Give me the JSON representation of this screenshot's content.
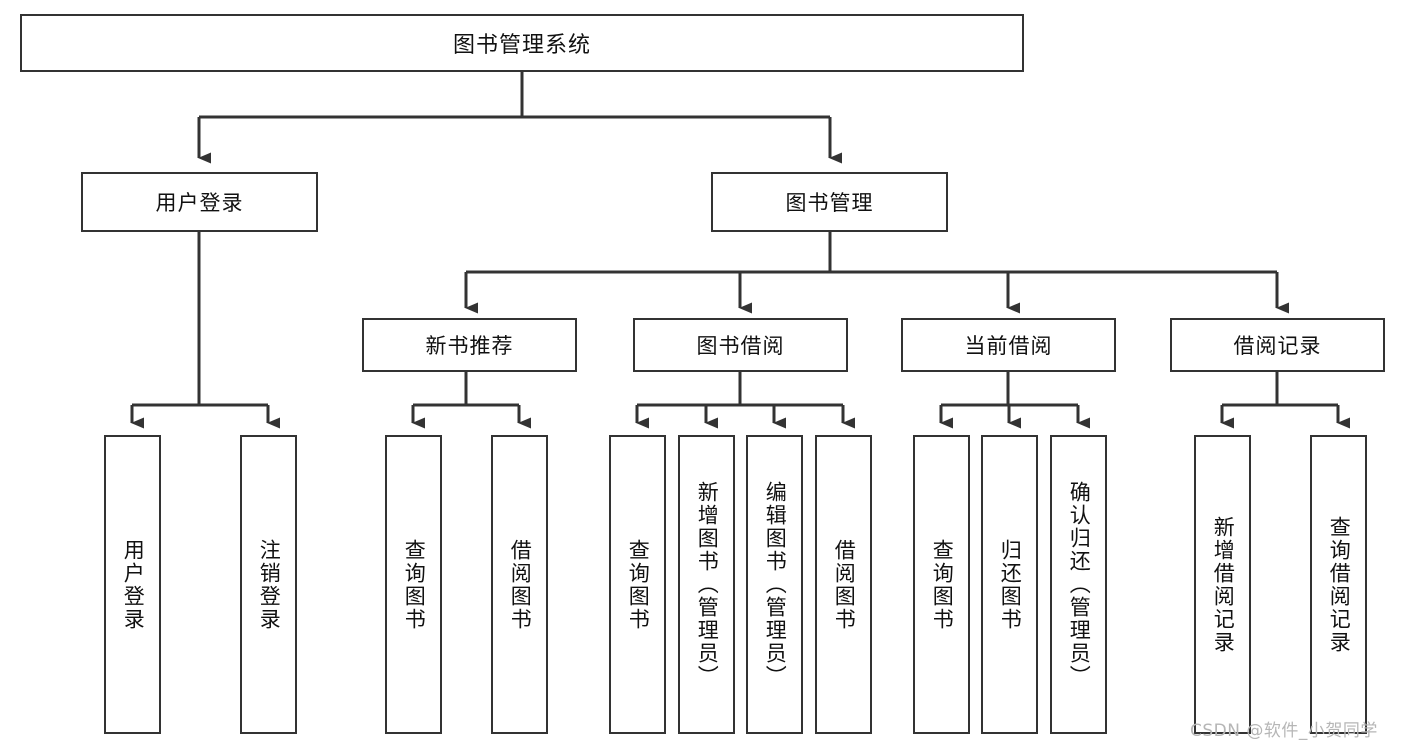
{
  "diagram": {
    "title": "图书管理系统",
    "type": "tree-hierarchy-chart",
    "watermark": "CSDN @软件_小贺同学",
    "colors": {
      "box_border": "#333333",
      "box_fill": "#ffffff",
      "connector": "#333333",
      "text": "#111111",
      "watermark": "#b6b6b6",
      "background": "#ffffff"
    },
    "root": {
      "label": "图书管理系统"
    },
    "level2": [
      {
        "id": "user-login",
        "label": "用户登录"
      },
      {
        "id": "book-management",
        "label": "图书管理"
      }
    ],
    "level3": [
      {
        "id": "new-book-recommend",
        "label": "新书推荐",
        "parent": "book-management"
      },
      {
        "id": "book-borrow",
        "label": "图书借阅",
        "parent": "book-management"
      },
      {
        "id": "current-borrow",
        "label": "当前借阅",
        "parent": "book-management"
      },
      {
        "id": "borrow-record",
        "label": "借阅记录",
        "parent": "book-management"
      }
    ],
    "leaves": {
      "user-login": [
        {
          "id": "leaf-user-login",
          "label": "用户登录"
        },
        {
          "id": "leaf-user-logout",
          "label": "注销登录"
        }
      ],
      "new-book-recommend": [
        {
          "id": "leaf-query-book-1",
          "label": "查询图书"
        },
        {
          "id": "leaf-borrow-book-1",
          "label": "借阅图书"
        }
      ],
      "book-borrow": [
        {
          "id": "leaf-query-book-2",
          "label": "查询图书"
        },
        {
          "id": "leaf-add-book",
          "label": "新增图书（管理员）"
        },
        {
          "id": "leaf-edit-book",
          "label": "编辑图书（管理员）"
        },
        {
          "id": "leaf-borrow-book-2",
          "label": "借阅图书"
        }
      ],
      "current-borrow": [
        {
          "id": "leaf-query-book-3",
          "label": "查询图书"
        },
        {
          "id": "leaf-return-book",
          "label": "归还图书"
        },
        {
          "id": "leaf-confirm-return",
          "label": "确认归还（管理员）"
        }
      ],
      "borrow-record": [
        {
          "id": "leaf-add-record",
          "label": "新增借阅记录"
        },
        {
          "id": "leaf-query-record",
          "label": "查询借阅记录"
        }
      ]
    }
  }
}
